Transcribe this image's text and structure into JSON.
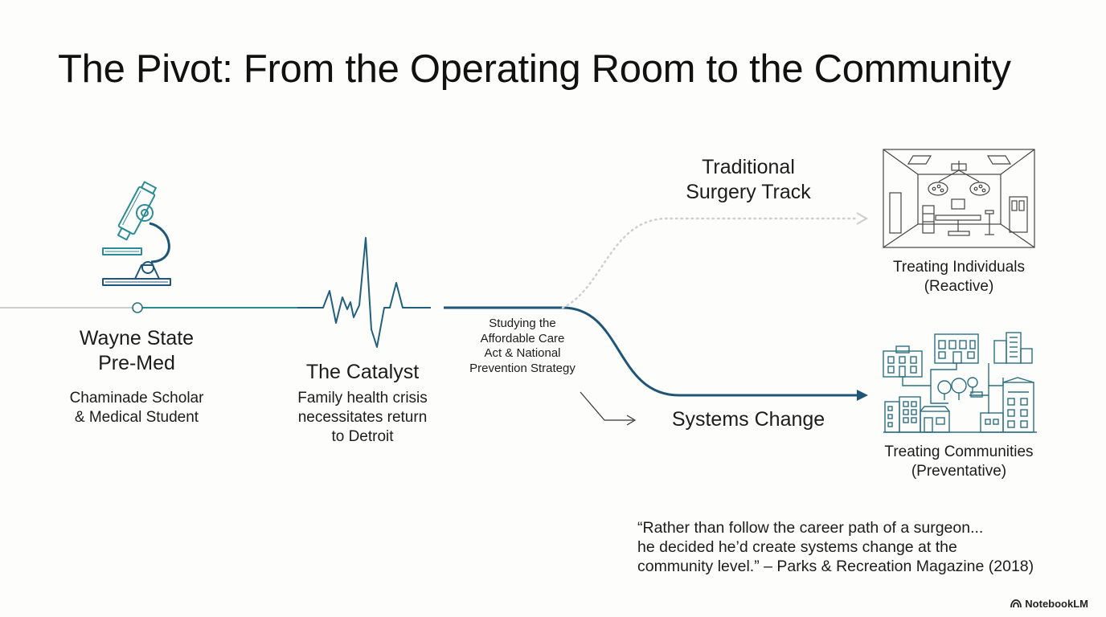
{
  "title": "The Pivot: From the Operating Room to the Community",
  "milestones": {
    "wayne_state": {
      "heading_lines": [
        "Wayne State",
        "Pre-Med"
      ],
      "detail_lines": [
        "Chaminade Scholar",
        "& Medical Student"
      ],
      "icon": "microscope-icon"
    },
    "catalyst": {
      "heading": "The Catalyst",
      "detail_lines": [
        "Family health crisis",
        "necessitates return",
        "to Detroit"
      ],
      "icon": "heartbeat-icon"
    },
    "studying": {
      "lines": [
        "Studying the",
        "Affordable Care",
        "Act & National",
        "Prevention Strategy"
      ]
    }
  },
  "branches": {
    "traditional": {
      "heading_lines": [
        "Traditional",
        "Surgery Track"
      ],
      "caption_lines": [
        "Treating Individuals",
        "(Reactive)"
      ],
      "icon": "operating-room-icon"
    },
    "systems": {
      "heading": "Systems Change",
      "caption_lines": [
        "Treating Communities",
        "(Preventative)"
      ],
      "icon": "city-buildings-icon"
    }
  },
  "quote": {
    "lines": [
      "“Rather than follow the career path of a surgeon...",
      "he decided he’d create systems change at the",
      "community level.” – Parks & Recreation Magazine (2018)"
    ]
  },
  "brand": "NotebookLM",
  "colors": {
    "accent": "#1f5677",
    "teal": "#2c8c93",
    "gray_line": "#b9b9b9",
    "dotted": "#cfcfcf"
  }
}
